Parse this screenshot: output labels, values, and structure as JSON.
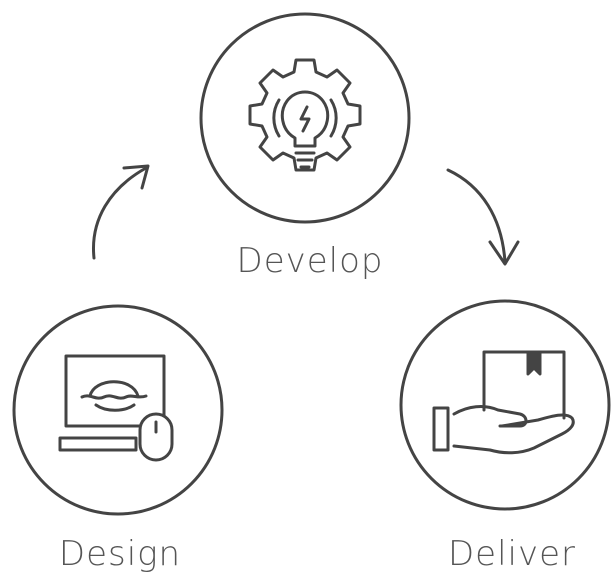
{
  "diagram": {
    "nodes": [
      {
        "id": "develop",
        "label": "Develop",
        "icon": "gear-lightbulb-icon"
      },
      {
        "id": "design",
        "label": "Design",
        "icon": "computer-mouse-icon"
      },
      {
        "id": "deliver",
        "label": "Deliver",
        "icon": "hand-box-icon"
      }
    ],
    "edges": [
      {
        "from": "design",
        "to": "develop"
      },
      {
        "from": "develop",
        "to": "deliver"
      }
    ],
    "colors": {
      "stroke": "#444444",
      "text": "#555555",
      "background": "#ffffff"
    }
  }
}
